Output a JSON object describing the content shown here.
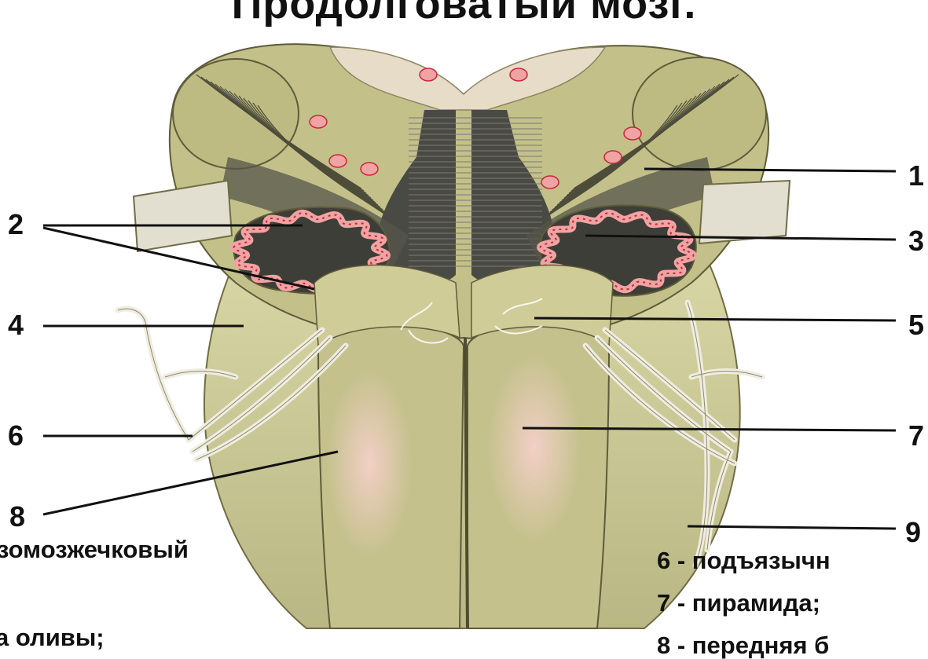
{
  "title": "Продолговатый мозг.",
  "labels": [
    "1",
    "2",
    "3",
    "4",
    "5",
    "6",
    "7",
    "8",
    "9"
  ],
  "captions": {
    "left_1": "зомозжечковый",
    "left_2": "а оливы;",
    "right_1": "6 - подъязычн",
    "right_2": "7 - пирамида;",
    "right_3": "8 - передняя б"
  },
  "colors": {
    "tissue": "#c9c994",
    "tissue_dark": "#8f8f58",
    "fibers": "#3f3f3f",
    "nuclei": "#f0a3a3",
    "nuclei_dark": "#c8283a",
    "nerve": "#e6e3d8",
    "leader": "#111111"
  }
}
